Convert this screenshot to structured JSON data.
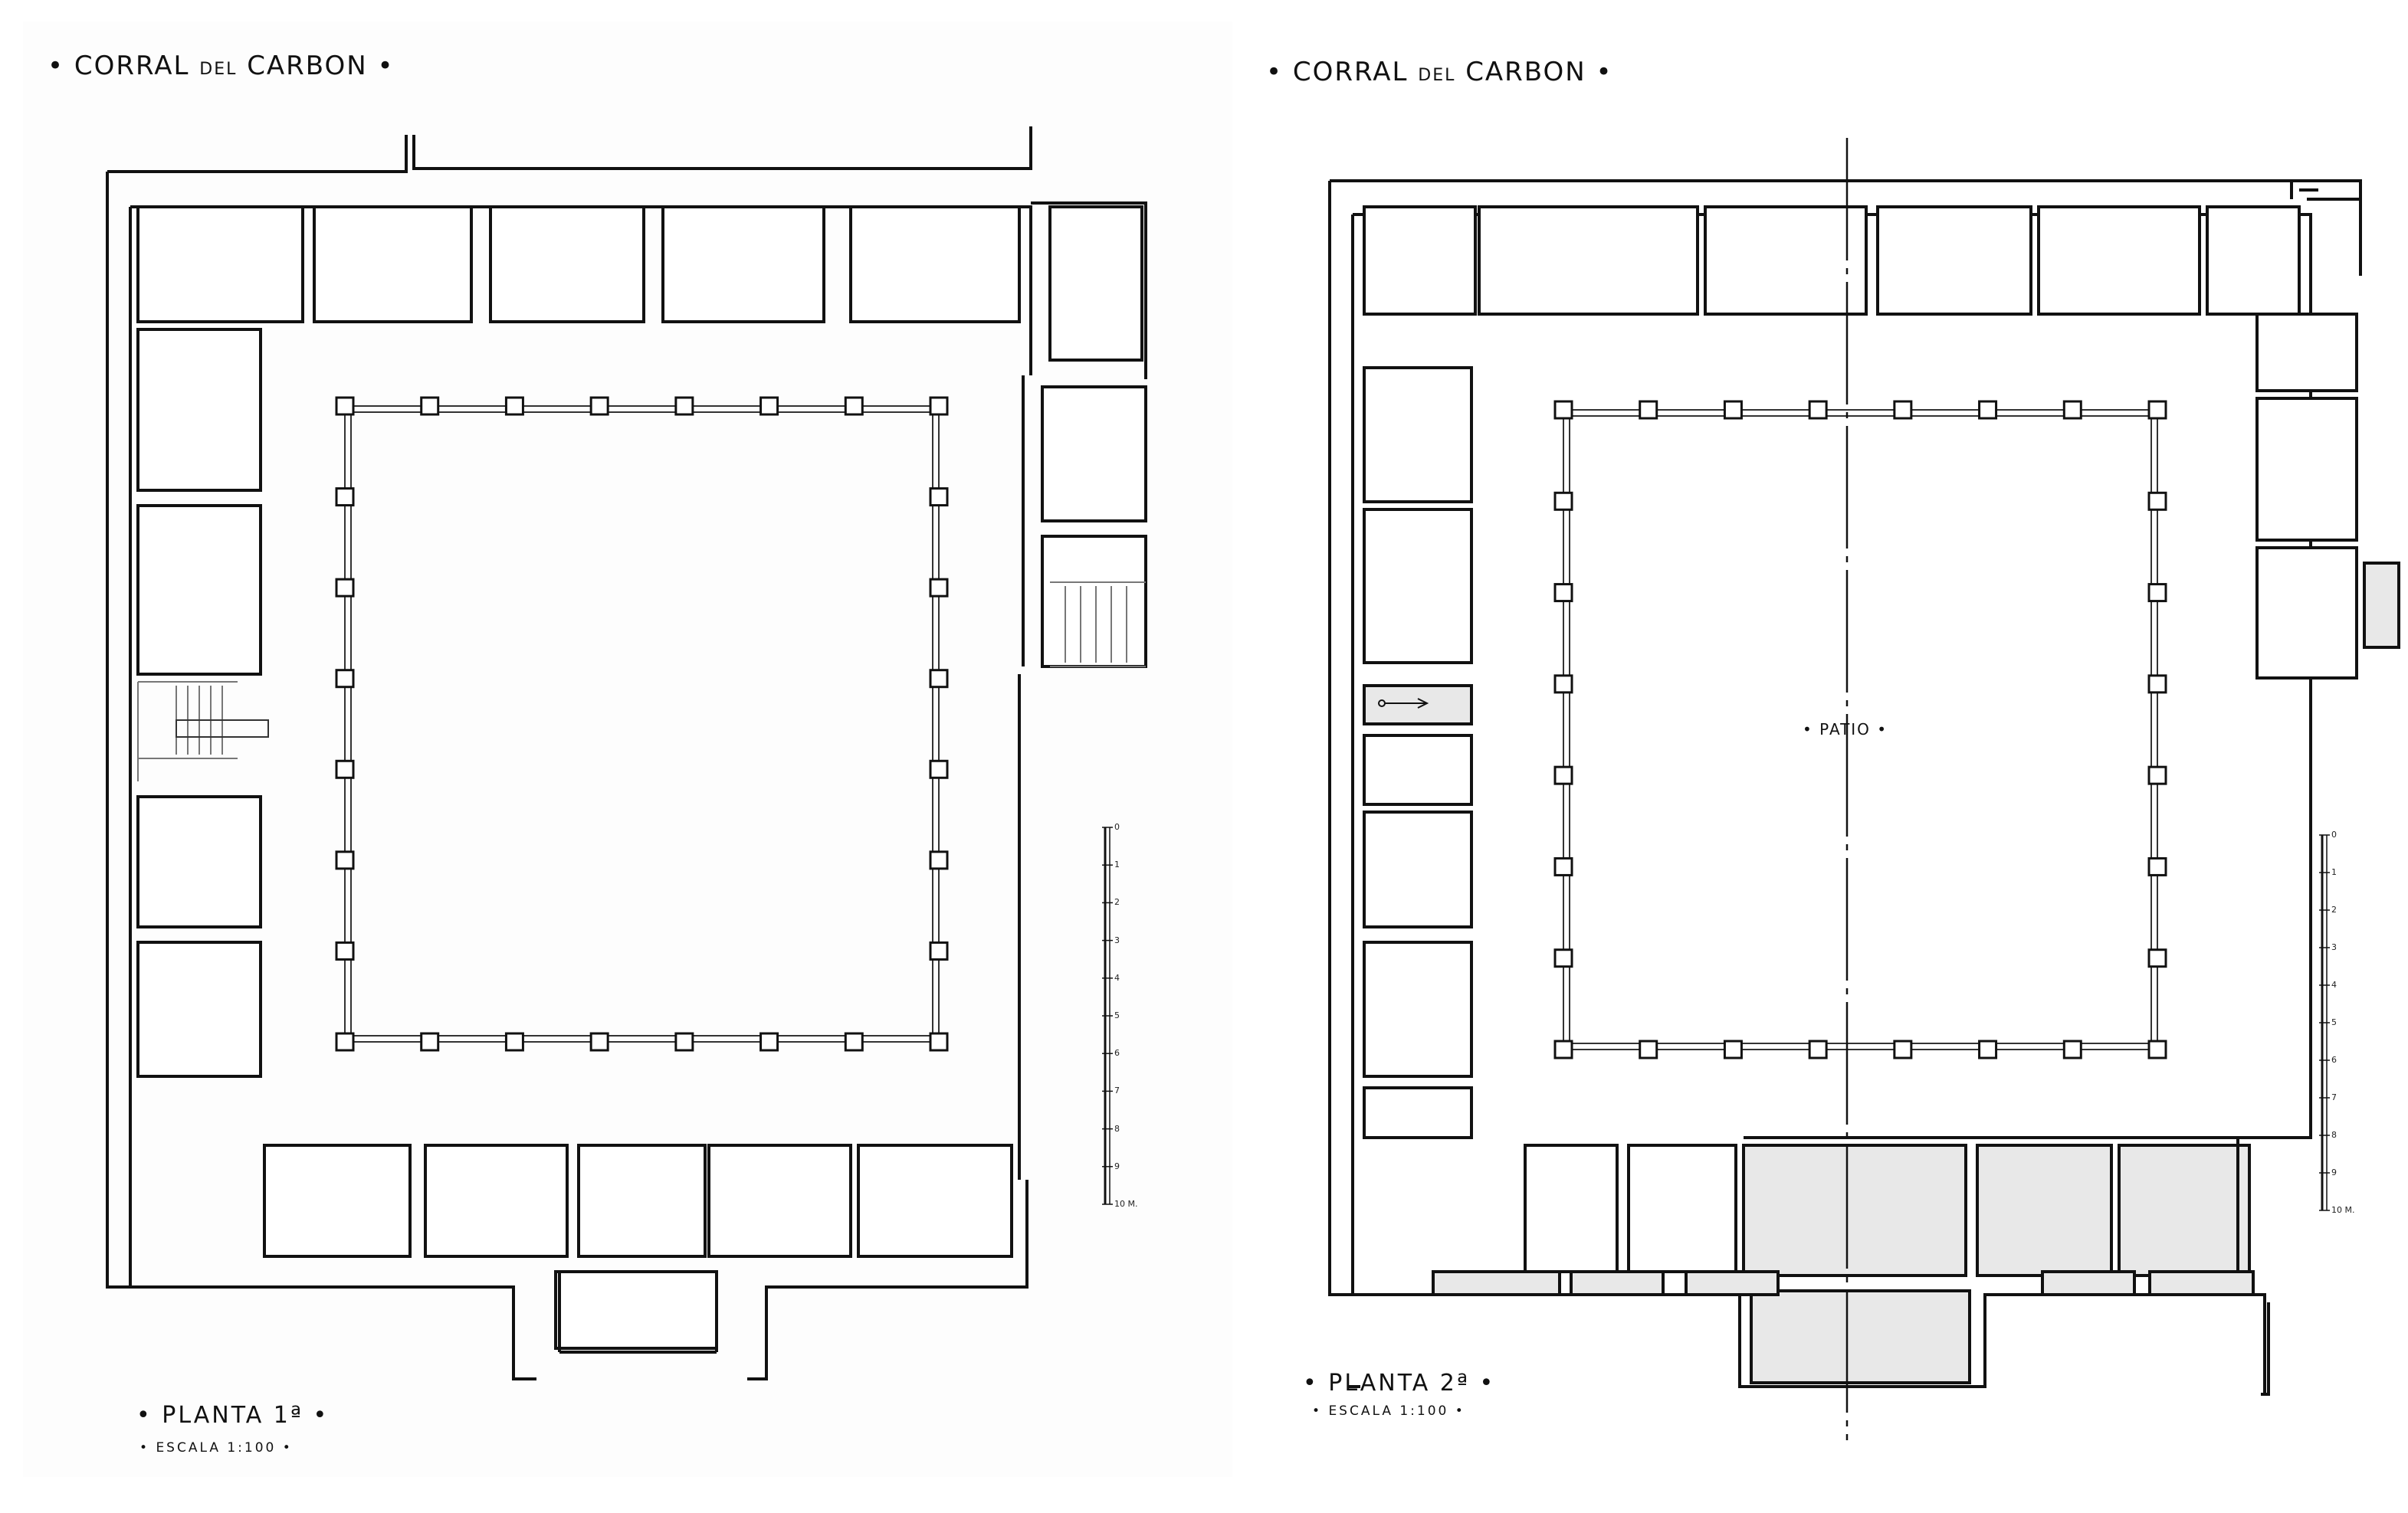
{
  "plans": [
    {
      "title_a": "CORRAL",
      "title_b": "DEL",
      "title_c": "CARBON",
      "plan_label": "PLANTA 1ª",
      "scale_label": "ESCALA 1:100"
    },
    {
      "title_a": "CORRAL",
      "title_b": "DEL",
      "title_c": "CARBON",
      "plan_label": "PLANTA 2ª",
      "scale_label": "ESCALA 1:100",
      "courtyard_label": "PATIO"
    }
  ],
  "scale_bar": {
    "ticks": [
      "0",
      "1",
      "2",
      "3",
      "4",
      "5",
      "6",
      "7",
      "8",
      "9",
      "10 M."
    ]
  },
  "colors": {
    "ink": "#111111",
    "shading": "#e8e8e8"
  }
}
